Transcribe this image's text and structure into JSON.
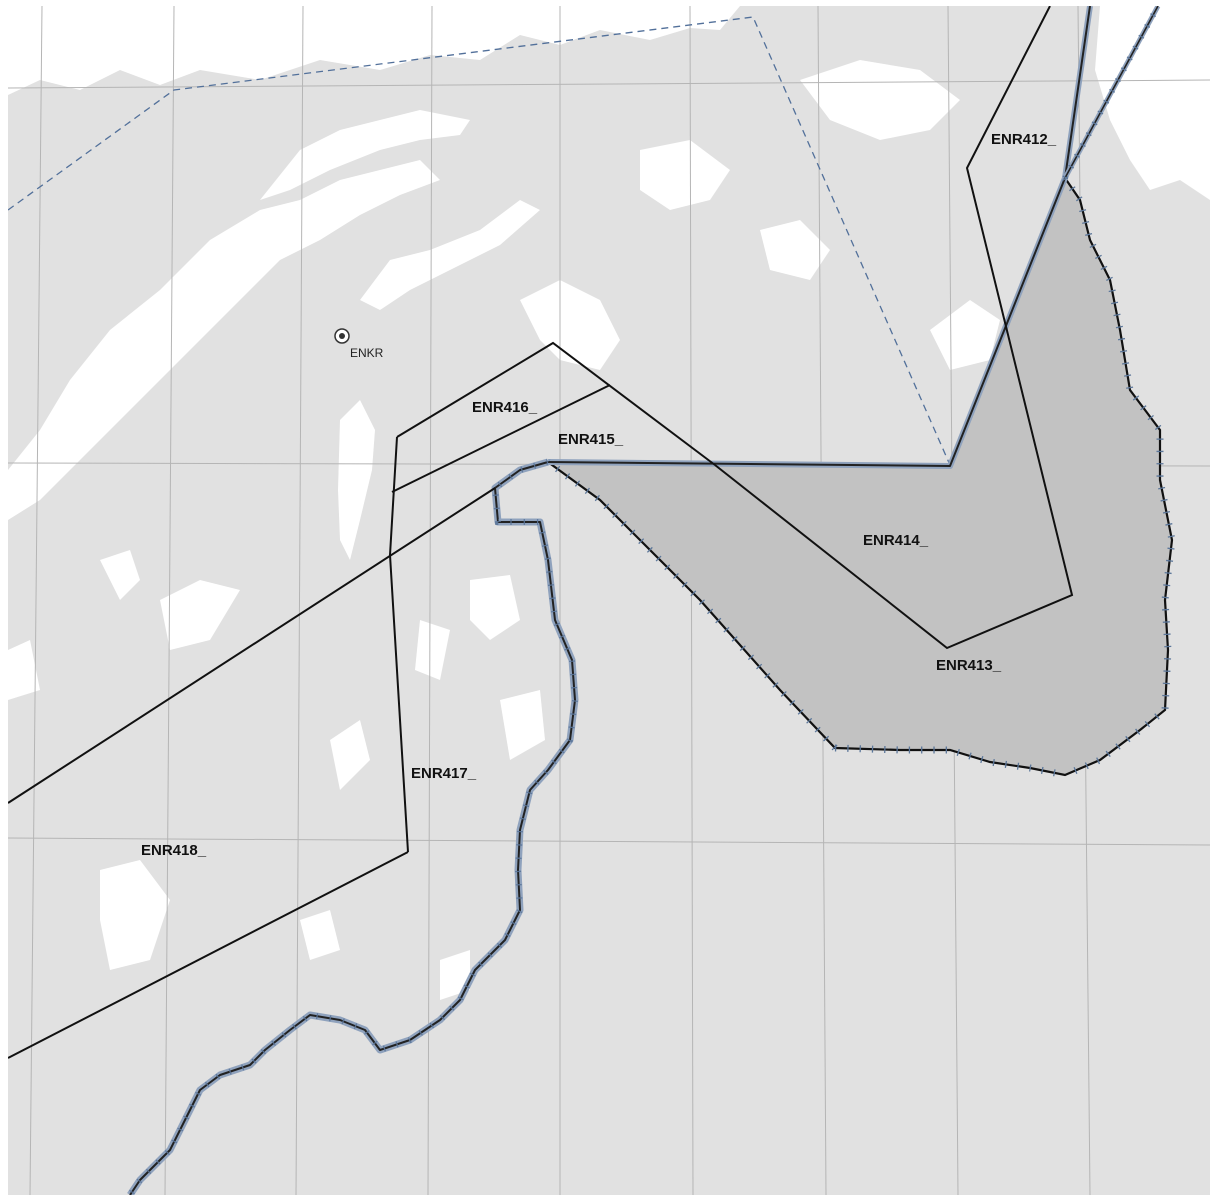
{
  "map": {
    "colors": {
      "land": "#e1e1e1",
      "water": "#ffffff",
      "zone_fill": "#c2c2c2",
      "graticule": "#b5b5b5",
      "fir_boundary": "#52709a",
      "coast_border": "#5b7699",
      "zone_line": "#111111"
    },
    "airport": {
      "code": "ENKR",
      "icon": "aerodrome-icon"
    },
    "zones": [
      {
        "id": "enr412",
        "label": "ENR412_"
      },
      {
        "id": "enr413",
        "label": "ENR413_"
      },
      {
        "id": "enr414",
        "label": "ENR414_"
      },
      {
        "id": "enr415",
        "label": "ENR415_"
      },
      {
        "id": "enr416",
        "label": "ENR416_"
      },
      {
        "id": "enr417",
        "label": "ENR417_"
      },
      {
        "id": "enr418",
        "label": "ENR418_"
      }
    ]
  }
}
